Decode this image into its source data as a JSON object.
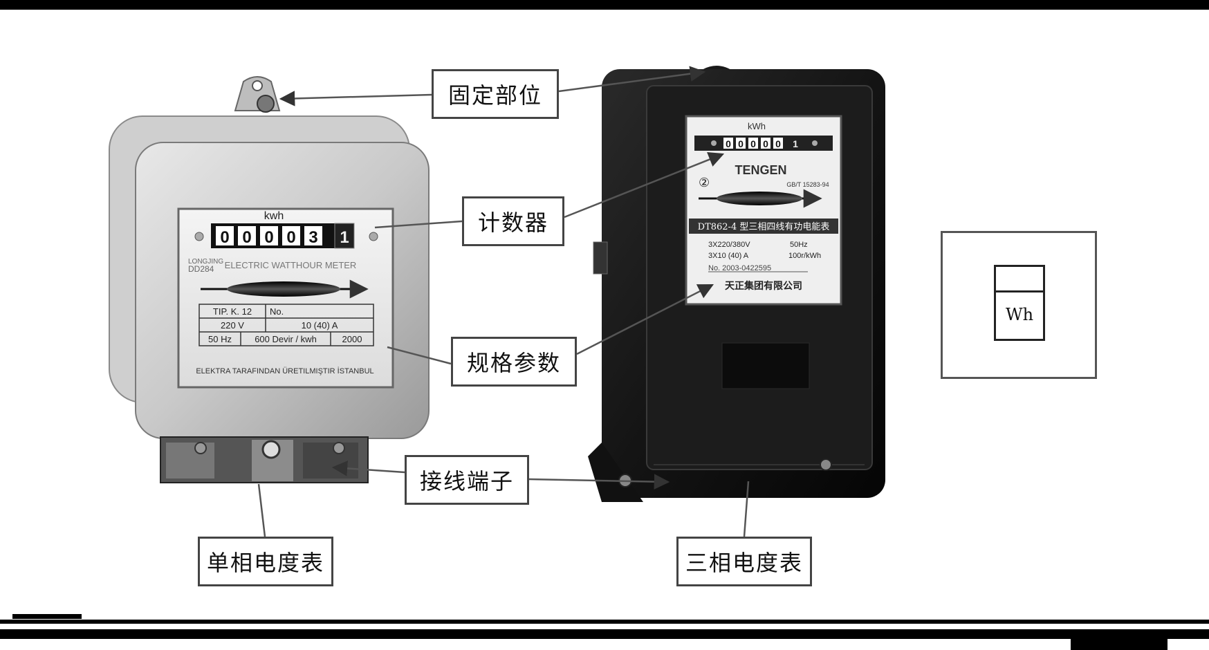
{
  "labels": {
    "fixing_part": "固定部位",
    "counter": "计数器",
    "spec_params": "规格参数",
    "terminal": "接线端子",
    "single_phase": "单相电度表",
    "three_phase": "三相电度表"
  },
  "single_meter": {
    "unit": "kwh",
    "counter_digits": [
      "0",
      "0",
      "0",
      "0",
      "3"
    ],
    "counter_red_digit": "1",
    "brand_line1": "LONGJING",
    "brand_line2": "DD284",
    "title": "ELECTRIC WATTHOUR METER",
    "spec_r1c1": "TIP. K. 12",
    "spec_r1c2": "No.",
    "spec_r2c1": "220 V",
    "spec_r2c2": "10 (40) A",
    "spec_r3c1": "50 Hz",
    "spec_r3c2": "600 Devir / kwh",
    "spec_r3c3": "2000",
    "maker": "ELEKTRA TARAFINDAN ÜRETILMIŞTIR İSTANBUL"
  },
  "three_meter": {
    "unit": "kWh",
    "counter_digits": [
      "0",
      "0",
      "0",
      "0",
      "0"
    ],
    "counter_red_digit": "1",
    "brand": "TENGEN",
    "standard": "GB/T 15283-94",
    "circle_mark": "②",
    "model": "DT862-4 型三相四线有功电能表",
    "spec_voltage": "3X220/380V",
    "spec_freq": "50Hz",
    "spec_current": "3X10 (40) A",
    "spec_const": "100r/kWh",
    "serial": "No. 2003-0422595",
    "company": "天正集团有限公司"
  },
  "symbol": {
    "text": "Wh"
  }
}
